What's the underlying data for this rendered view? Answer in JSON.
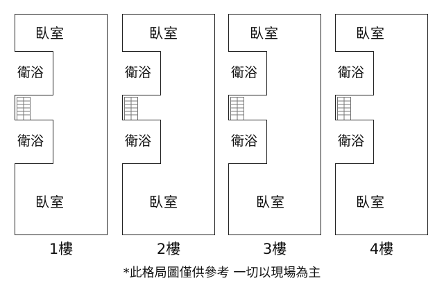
{
  "floors": [
    {
      "label": "1樓",
      "top_room": "臥室",
      "bottom_room": "臥室",
      "bath_top": "衛浴",
      "bath_bottom": "衛浴"
    },
    {
      "label": "2樓",
      "top_room": "臥室",
      "bottom_room": "臥室",
      "bath_top": "衛浴",
      "bath_bottom": "衛浴"
    },
    {
      "label": "3樓",
      "top_room": "臥室",
      "bottom_room": "臥室",
      "bath_top": "衛浴",
      "bath_bottom": "衛浴"
    },
    {
      "label": "4樓",
      "top_room": "臥室",
      "bottom_room": "臥室",
      "bath_top": "衛浴",
      "bath_bottom": "衛浴"
    }
  ],
  "footnote": "*此格局圖僅供參考 一切以現場為主"
}
